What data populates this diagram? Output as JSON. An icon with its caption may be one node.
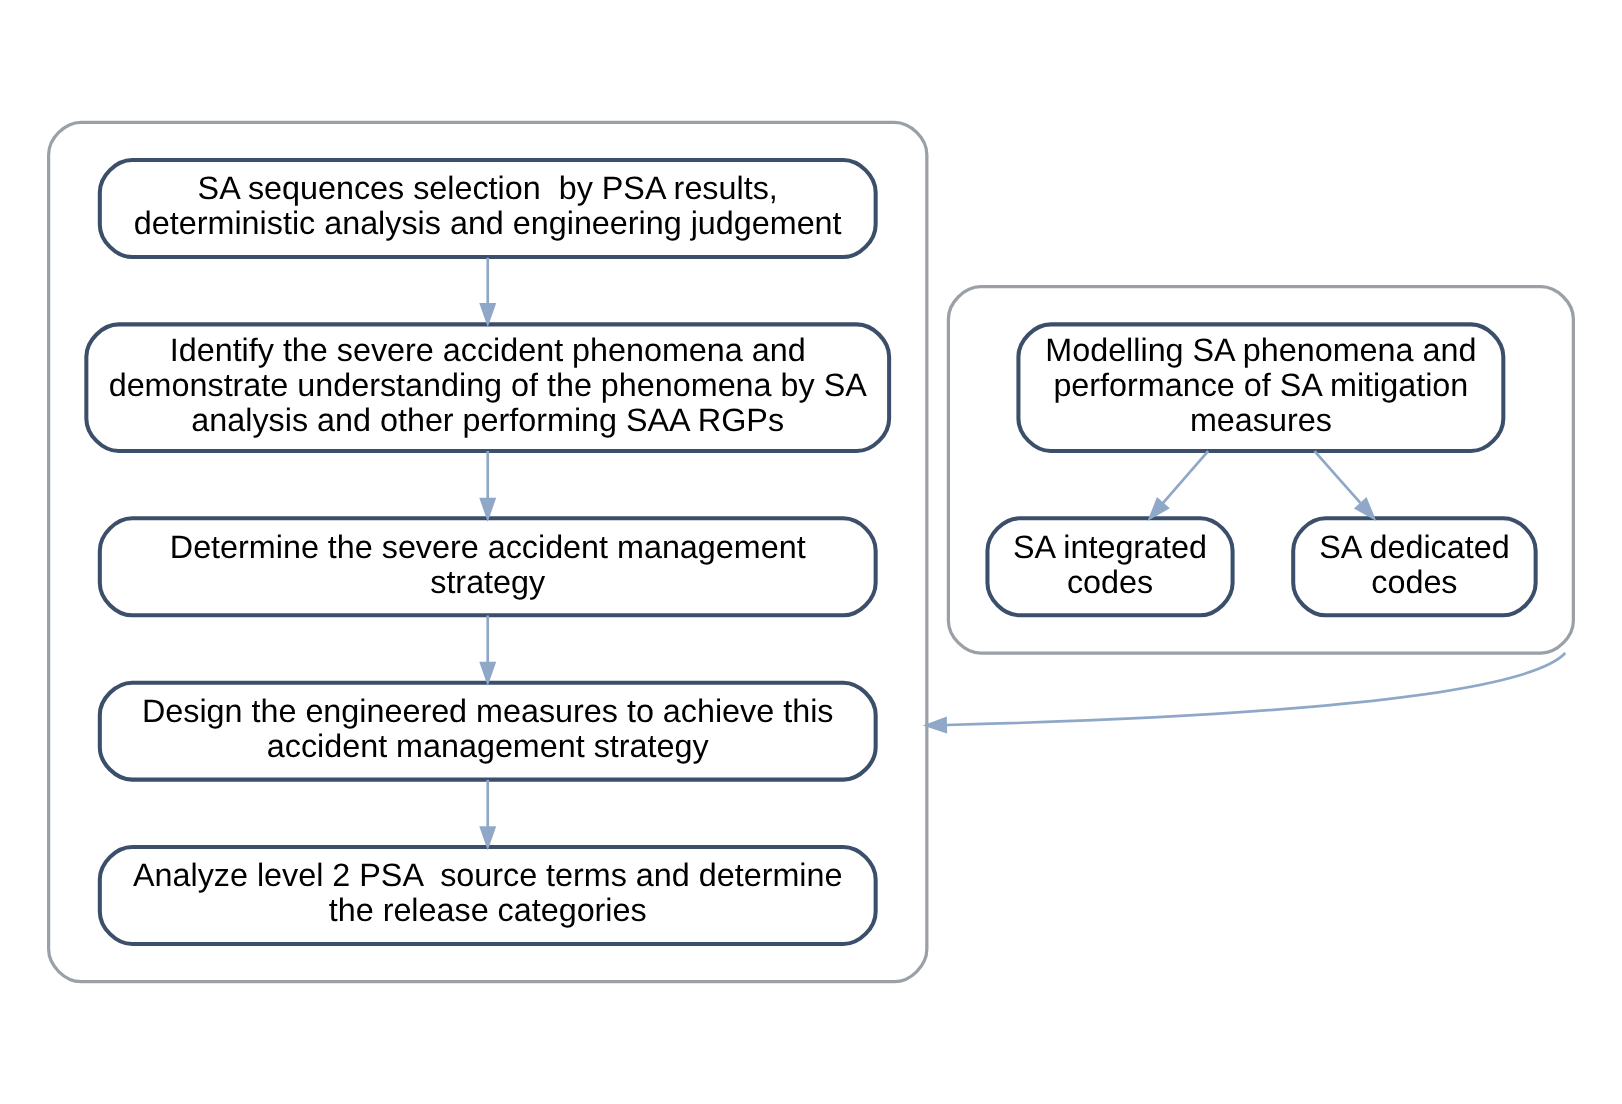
{
  "diagram": {
    "nodes": [
      {
        "text": [],
        "shape": "box"
      },
      {
        "text": [
          "SA sequences selection  by PSA results, deterministic analysis and engineering judgement"
        ],
        "in": 0
      },
      {
        "text": [
          "Identify the severe accident phenomena and demonstrate understanding of the phenomena by SA analysis and other performing SAA RGPs"
        ],
        "in": 0
      },
      {
        "text": [
          "Determine the severe accident management strategy"
        ],
        "in": 0
      },
      {
        "text": [
          "Design the engineered measures to achieve this accident management strategy"
        ],
        "in": 0
      },
      {
        "text": [
          "Analyze level 2 PSA  source terms and determine the release categories"
        ],
        "in": 0
      },
      {
        "text": [],
        "shape": "box"
      },
      {
        "text": [
          "Modelling SA phenomena and performance of SA mitigation measures"
        ],
        "in": 6
      },
      {
        "text": [
          "SA integrated codes"
        ],
        "in": 6
      },
      {
        "text": [
          "SA dedicated codes"
        ],
        "in": 6
      }
    ],
    "edges": [
      {
        "from": 1,
        "to": 2,
        "arrow": "to"
      },
      {
        "from": 2,
        "to": 3,
        "arrow": "to"
      },
      {
        "from": 3,
        "to": 4,
        "arrow": "to"
      },
      {
        "from": 4,
        "to": 5,
        "arrow": "to"
      },
      {
        "from": 7,
        "to": 8,
        "arrow": "to"
      },
      {
        "from": 7,
        "to": 9,
        "arrow": "to"
      },
      {
        "from": 6,
        "to": 0,
        "arrow": "to"
      }
    ]
  }
}
